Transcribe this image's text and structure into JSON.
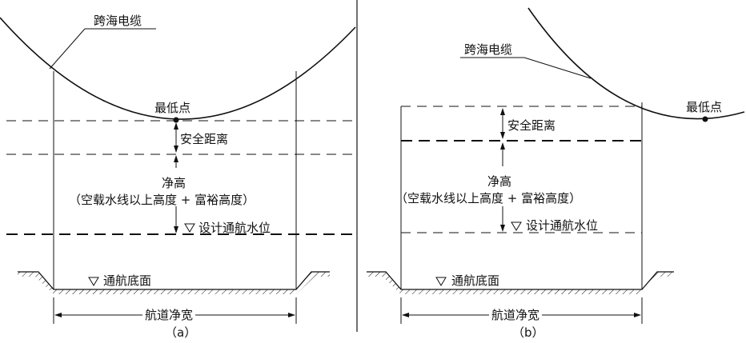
{
  "panel_a": {
    "cable_label": "跨海电缆",
    "lowest_point_label": "最低点",
    "safety_distance_label": "安全距离",
    "clear_height_label": "净高",
    "clear_height_sub_label": "（空载水线以上高度 + 富裕高度）",
    "design_water_level_label": "设计通航水位",
    "channel_bottom_label": "通航底面",
    "channel_width_label": "航道净宽",
    "caption": "（a）"
  },
  "panel_b": {
    "cable_label": "跨海电缆",
    "lowest_point_label": "最低点",
    "safety_distance_label": "安全距离",
    "clear_height_label": "净高",
    "clear_height_sub_label": "（空载水线以上高度 + 富裕高度）",
    "design_water_level_label": "设计通航水位",
    "channel_bottom_label": "通航底面",
    "channel_width_label": "航道净宽",
    "caption": "（b）"
  }
}
